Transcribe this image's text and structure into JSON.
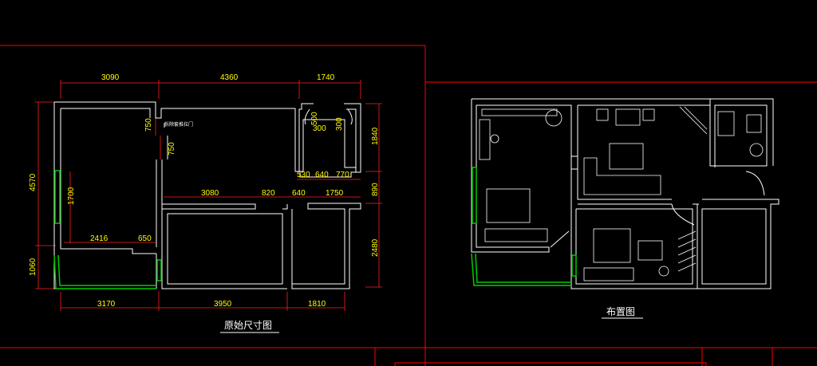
{
  "left_plan": {
    "title": "原始尺寸图",
    "note": "拆除套推拉门",
    "dims_top": [
      "3090",
      "4360",
      "1740"
    ],
    "dims_bottom": [
      "3170",
      "3950",
      "1810"
    ],
    "dims_left": [
      "4570",
      "1060"
    ],
    "dims_right": [
      "1840",
      "890",
      "2480"
    ],
    "dims_inner": [
      "750",
      "750",
      "1700",
      "2416",
      "650",
      "3080",
      "820",
      "640",
      "1750",
      "500",
      "300",
      "300",
      "530",
      "640",
      "770"
    ]
  },
  "right_plan": {
    "title": "布置图"
  },
  "colors": {
    "background": "#000000",
    "frame": "#ff0000",
    "wall": "#ffffff",
    "dimension_text": "#ffff00",
    "dimension_line": "#ff2020",
    "window": "#00cc00"
  }
}
